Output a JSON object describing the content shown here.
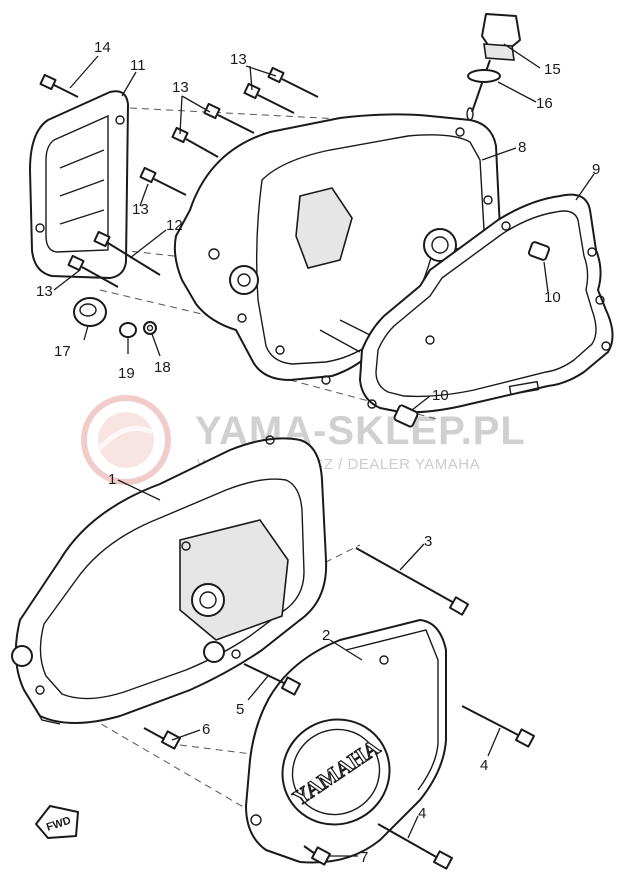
{
  "labels": {
    "l1": "1",
    "l2": "2",
    "l3": "3",
    "l4a": "4",
    "l4b": "4",
    "l5": "5",
    "l6": "6",
    "l7": "7",
    "l8": "8",
    "l9": "9",
    "l10a": "10",
    "l10b": "10",
    "l11": "11",
    "l12": "12",
    "l13a": "13",
    "l13b": "13",
    "l13c": "13",
    "l13d": "13",
    "l14": "14",
    "l15": "15",
    "l16": "16",
    "l17": "17",
    "l18": "18",
    "l19": "19"
  },
  "watermark": {
    "title": "YAMA-SKLEP.PL",
    "subtitle": "WOJCIECHOWICZ / DEALER YAMAHA",
    "color": "#e8a0a0"
  },
  "cover_logo": "YAMAHA",
  "direction_tag": "FWD"
}
